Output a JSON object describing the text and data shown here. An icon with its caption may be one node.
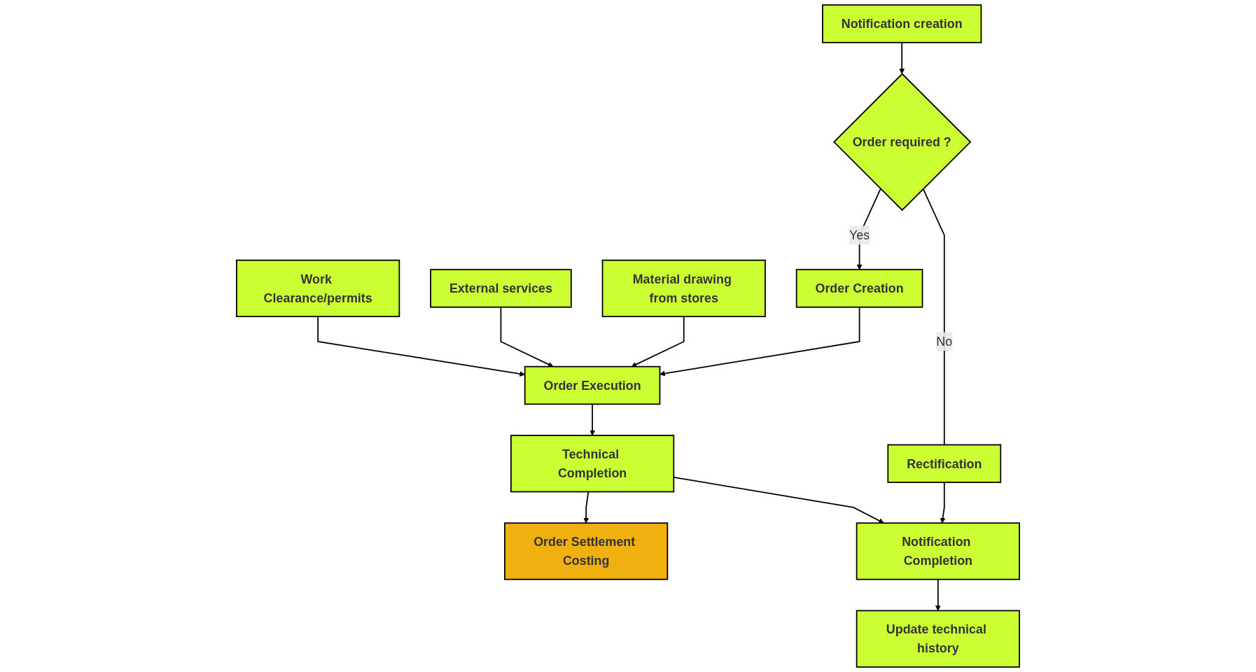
{
  "diagram": {
    "nodes": [
      {
        "text": [
          "Notification creation"
        ]
      },
      {
        "text": [
          "Order required ?"
        ]
      },
      {
        "text": [
          "Rectification"
        ]
      },
      {
        "text": [
          "Order Creation"
        ]
      },
      {
        "text": [
          "Material drawing from stores"
        ]
      },
      {
        "text": [
          "Order Execution"
        ]
      },
      {
        "text": [
          "Work Clearance/permits"
        ]
      },
      {
        "text": [
          "External services"
        ]
      },
      {
        "text": [
          "Technical Completion"
        ]
      },
      {
        "text": [
          "Order Settlement Costing"
        ]
      },
      {
        "text": [
          "Notification Completion"
        ]
      },
      {
        "text": [
          "Update technical history"
        ]
      }
    ],
    "edges": [
      {
        "from": 0,
        "to": 1,
        "arrow": "to"
      },
      {
        "from": 1,
        "to": 2,
        "arrow": "none",
        "label": "No"
      },
      {
        "from": 1,
        "to": 3,
        "arrow": "to",
        "label": "Yes"
      },
      {
        "from": 2,
        "to": 10,
        "arrow": "to"
      },
      {
        "from": 3,
        "to": 5,
        "arrow": "to"
      },
      {
        "from": 4,
        "to": 5,
        "arrow": "to"
      },
      {
        "from": 7,
        "to": 5,
        "arrow": "to"
      },
      {
        "from": 6,
        "to": 5,
        "arrow": "to"
      },
      {
        "from": 5,
        "to": 8,
        "arrow": "to"
      },
      {
        "from": 8,
        "to": 9,
        "arrow": "to"
      },
      {
        "from": 8,
        "to": 10,
        "arrow": "to"
      },
      {
        "from": 10,
        "to": 11,
        "arrow": "to"
      }
    ]
  }
}
